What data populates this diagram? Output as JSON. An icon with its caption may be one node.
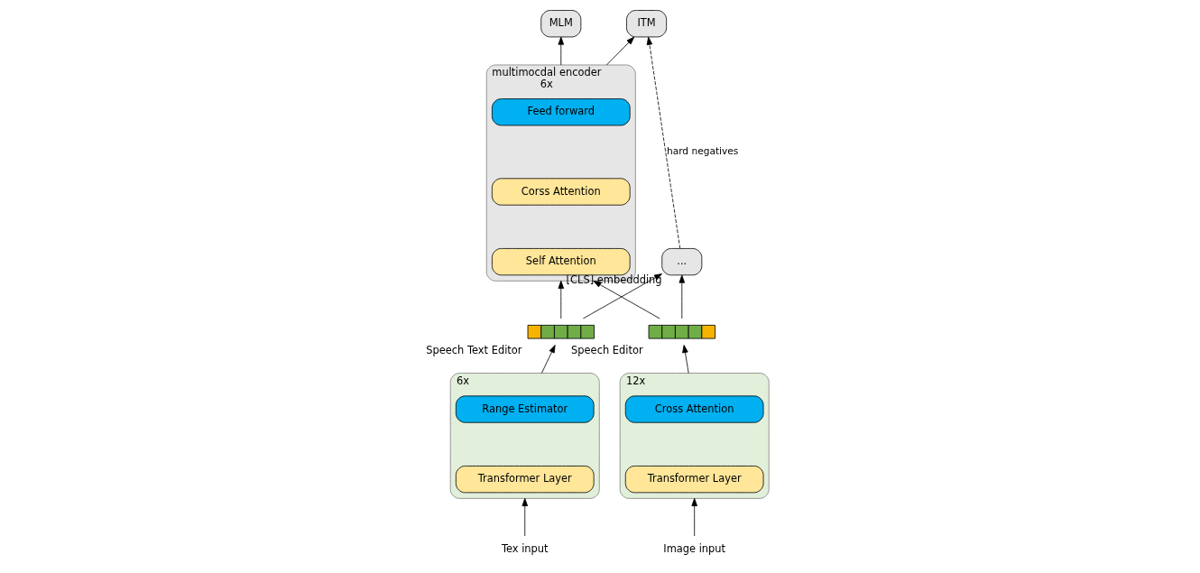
{
  "diagram": {
    "nodes": [
      {
        "text": [
          "ITM"
        ]
      },
      {
        "text": [
          "MLM"
        ]
      },
      {
        "text": [],
        "shape": "box",
        "beside": [
          "multimocdal encoder",
          "6x"
        ]
      },
      {
        "text": [
          "Feed forward"
        ],
        "in": 2
      },
      {
        "text": [
          "Corss Attention"
        ],
        "in": 2
      },
      {
        "text": [
          "Self Attention"
        ],
        "in": 2
      },
      {
        "text": [],
        "shape": "bar",
        "beside": [
          "Speech Editor"
        ]
      },
      {
        "text": [
          "..."
        ],
        "beside": [
          "[CLS] embeddding"
        ]
      },
      {
        "text": [],
        "shape": "bar",
        "beside": [
          "Speech Text Editor"
        ]
      },
      {
        "text": [],
        "shape": "box",
        "beside": [
          "12x"
        ]
      },
      {
        "text": [
          "Cross Attention"
        ],
        "in": 9
      },
      {
        "text": [
          "Transformer Layer"
        ],
        "in": 9
      },
      {
        "text": [],
        "shape": "box",
        "beside": [
          "6x"
        ]
      },
      {
        "text": [
          "Range Estimator"
        ],
        "in": 12
      },
      {
        "text": [
          "Transformer Layer"
        ],
        "in": 12
      },
      {
        "text": [
          "Image input"
        ]
      },
      {
        "text": [
          "Tex input"
        ]
      }
    ],
    "edges": [
      {
        "from": 15,
        "to": 9,
        "arrow": "to"
      },
      {
        "from": 16,
        "to": 12,
        "arrow": "to"
      },
      {
        "from": 9,
        "to": 6,
        "arrow": "to"
      },
      {
        "from": 12,
        "to": 8,
        "arrow": "to"
      },
      {
        "from": 6,
        "to": 7,
        "arrow": "to"
      },
      {
        "from": 8,
        "to": 7,
        "arrow": "to"
      },
      {
        "from": 6,
        "to": 2,
        "arrow": "to"
      },
      {
        "from": 8,
        "to": 2,
        "arrow": "to"
      },
      {
        "from": 2,
        "to": 0,
        "arrow": "to"
      },
      {
        "from": 2,
        "to": 1,
        "arrow": "to"
      },
      {
        "from": 7,
        "to": 0,
        "arrow": "to",
        "label": "hard negatives",
        "style": "dashed"
      }
    ]
  }
}
